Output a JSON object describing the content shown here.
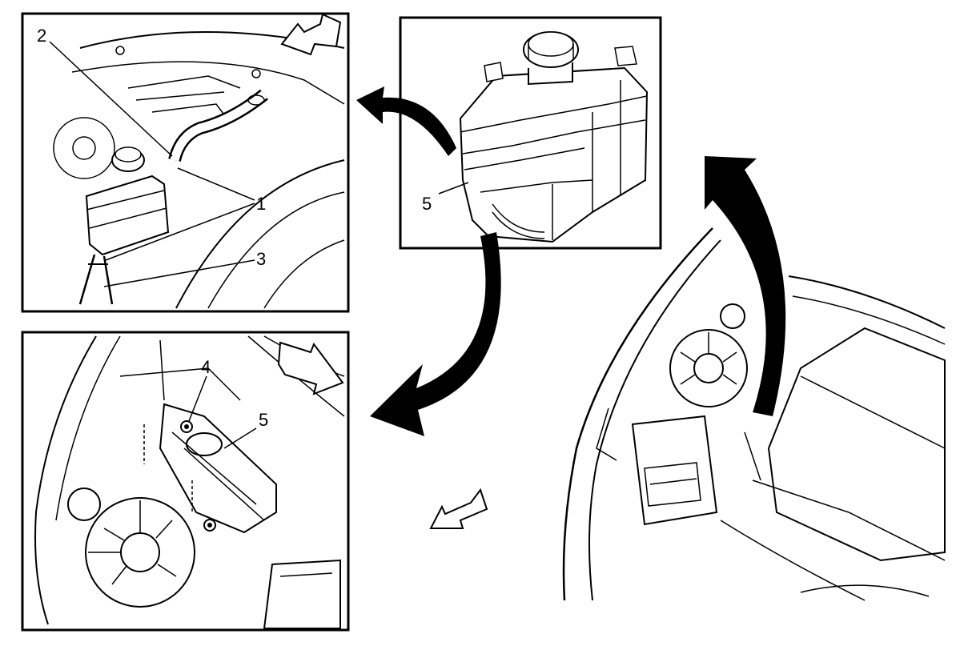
{
  "callouts": {
    "c1": "1",
    "c2": "2",
    "c3": "3",
    "c4": "4",
    "c5_top": "5",
    "c5_bottom": "5"
  },
  "panels": {
    "top_left": "hose-disconnect-view",
    "top_center": "coolant-reservoir-detail",
    "bottom_left": "reservoir-bolts-view",
    "bottom_right": "engine-compartment-overview"
  },
  "icons": [
    "direction-arrow-icon",
    "curved-flow-arrow-icon"
  ],
  "colors": {
    "line": "#000000",
    "background": "#ffffff",
    "arrow_fill": "#ffffff"
  }
}
